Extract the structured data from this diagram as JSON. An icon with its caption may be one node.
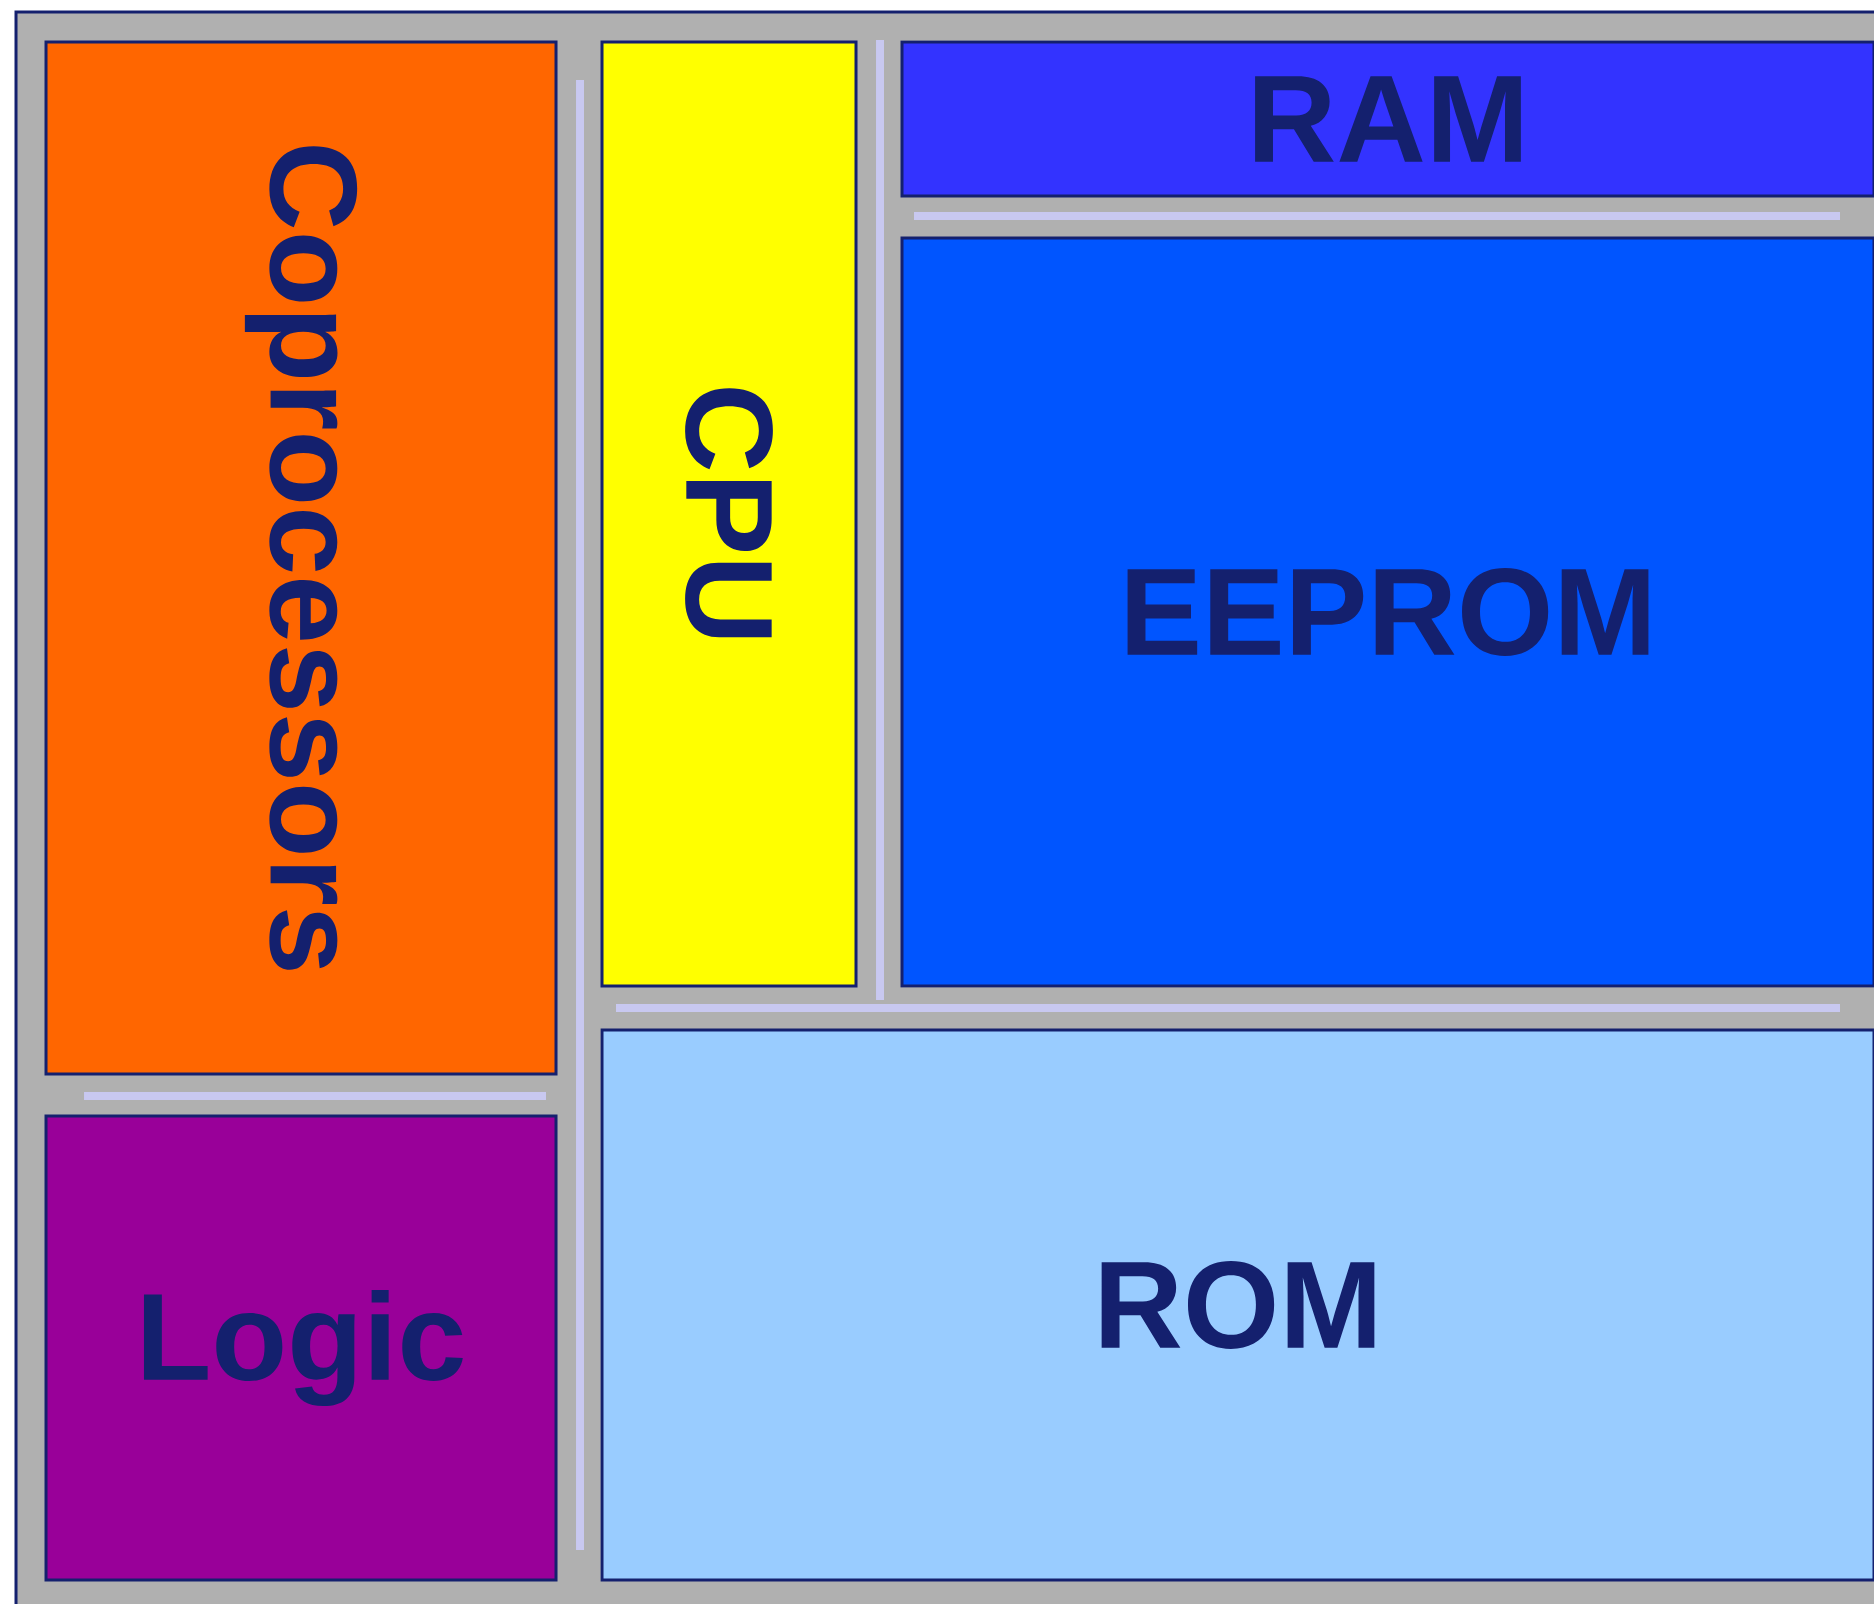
{
  "diagram": {
    "nodes": [
      {
        "text": [
          "Coprocessors"
        ]
      },
      {
        "text": [
          "CPU"
        ]
      },
      {
        "text": [
          "RAM"
        ]
      },
      {
        "text": [
          "EEPROM"
        ]
      },
      {
        "text": [
          "Logic"
        ]
      },
      {
        "text": [
          "ROM"
        ]
      }
    ]
  }
}
